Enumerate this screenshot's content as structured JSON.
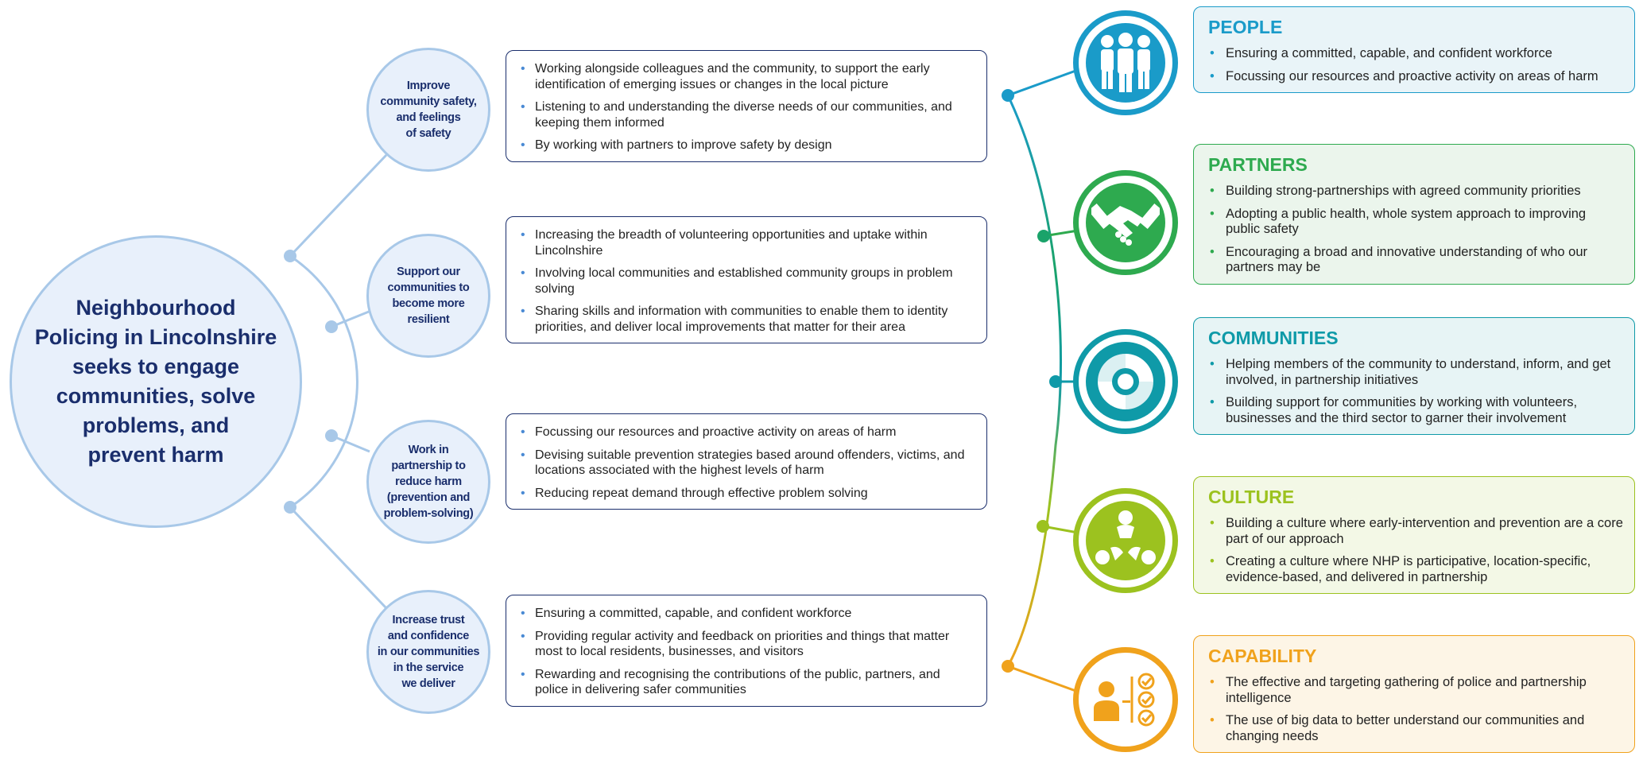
{
  "hub": {
    "title": "Neighbourhood\nPolicing in Lincolnshire\nseeks to engage\ncommunities, solve\nproblems, and\nprevent harm"
  },
  "objectives": [
    {
      "label": "Improve\ncommunity safety,\nand feelings\nof safety",
      "bullets": [
        "Working alongside colleagues and the community, to support the early identification of emerging issues or changes in the local picture",
        "Listening to and understanding the diverse needs of our communities, and keeping them informed",
        "By working with partners to improve safety by design"
      ]
    },
    {
      "label": "Support our\ncommunities to\nbecome more\nresilient",
      "bullets": [
        "Increasing the breadth of volunteering opportunities and uptake within Lincolnshire",
        "Involving local communities and established community groups in problem solving",
        "Sharing skills and information with communities to enable them to identity priorities, and deliver local improvements that matter for their area"
      ]
    },
    {
      "label": "Work in\npartnership to\nreduce harm\n(prevention and\nproblem-solving)",
      "bullets": [
        "Focussing our resources and proactive activity on areas of harm",
        "Devising suitable prevention strategies based around offenders, victims, and locations associated with the highest levels of harm",
        "Reducing repeat demand through effective problem solving"
      ]
    },
    {
      "label": "Increase trust\nand confidence\nin our communities\nin the service\nwe deliver",
      "bullets": [
        "Ensuring a committed, capable, and confident workforce",
        "Providing regular activity and feedback on priorities and things that matter most to local residents, businesses, and visitors",
        "Rewarding and recognising the contributions of the public, partners, and police in delivering safer communities"
      ]
    }
  ],
  "pillars": [
    {
      "title": "PEOPLE",
      "icon": "people-icon",
      "color": "#1a9bc9",
      "bg": "#e9f4f8",
      "bullets": [
        "Ensuring a committed, capable, and confident workforce",
        "Focussing our resources and proactive activity on areas of harm"
      ]
    },
    {
      "title": "PARTNERS",
      "icon": "handshake-icon",
      "color": "#2eaa4f",
      "bg": "#ebf5ec",
      "bullets": [
        "Building strong-partnerships with agreed community priorities",
        "Adopting a public health, whole system approach to improving public safety",
        "Encouraging a broad and innovative understanding of who our partners may be"
      ]
    },
    {
      "title": "COMMUNITIES",
      "icon": "joined-hands-icon",
      "color": "#0f9aa8",
      "bg": "#e7f4f5",
      "bullets": [
        "Helping members of the community to understand, inform, and get involved, in partnership initiatives",
        "Building support for communities by working with volunteers, businesses and the third sector to garner their involvement"
      ]
    },
    {
      "title": "CULTURE",
      "icon": "culture-cycle-icon",
      "color": "#9cc21f",
      "bg": "#f3f8e6",
      "bullets": [
        "Building a culture where early-intervention and prevention are a core part of our approach",
        "Creating a culture where NHP is participative, location-specific, evidence-based, and delivered in partnership"
      ]
    },
    {
      "title": "CAPABILITY",
      "icon": "capability-checklist-icon",
      "color": "#f0a21c",
      "bg": "#fdf5e6",
      "bullets": [
        "The effective and targeting gathering of police and partnership intelligence",
        "The use of big data to better understand our communities and changing needs"
      ]
    }
  ]
}
